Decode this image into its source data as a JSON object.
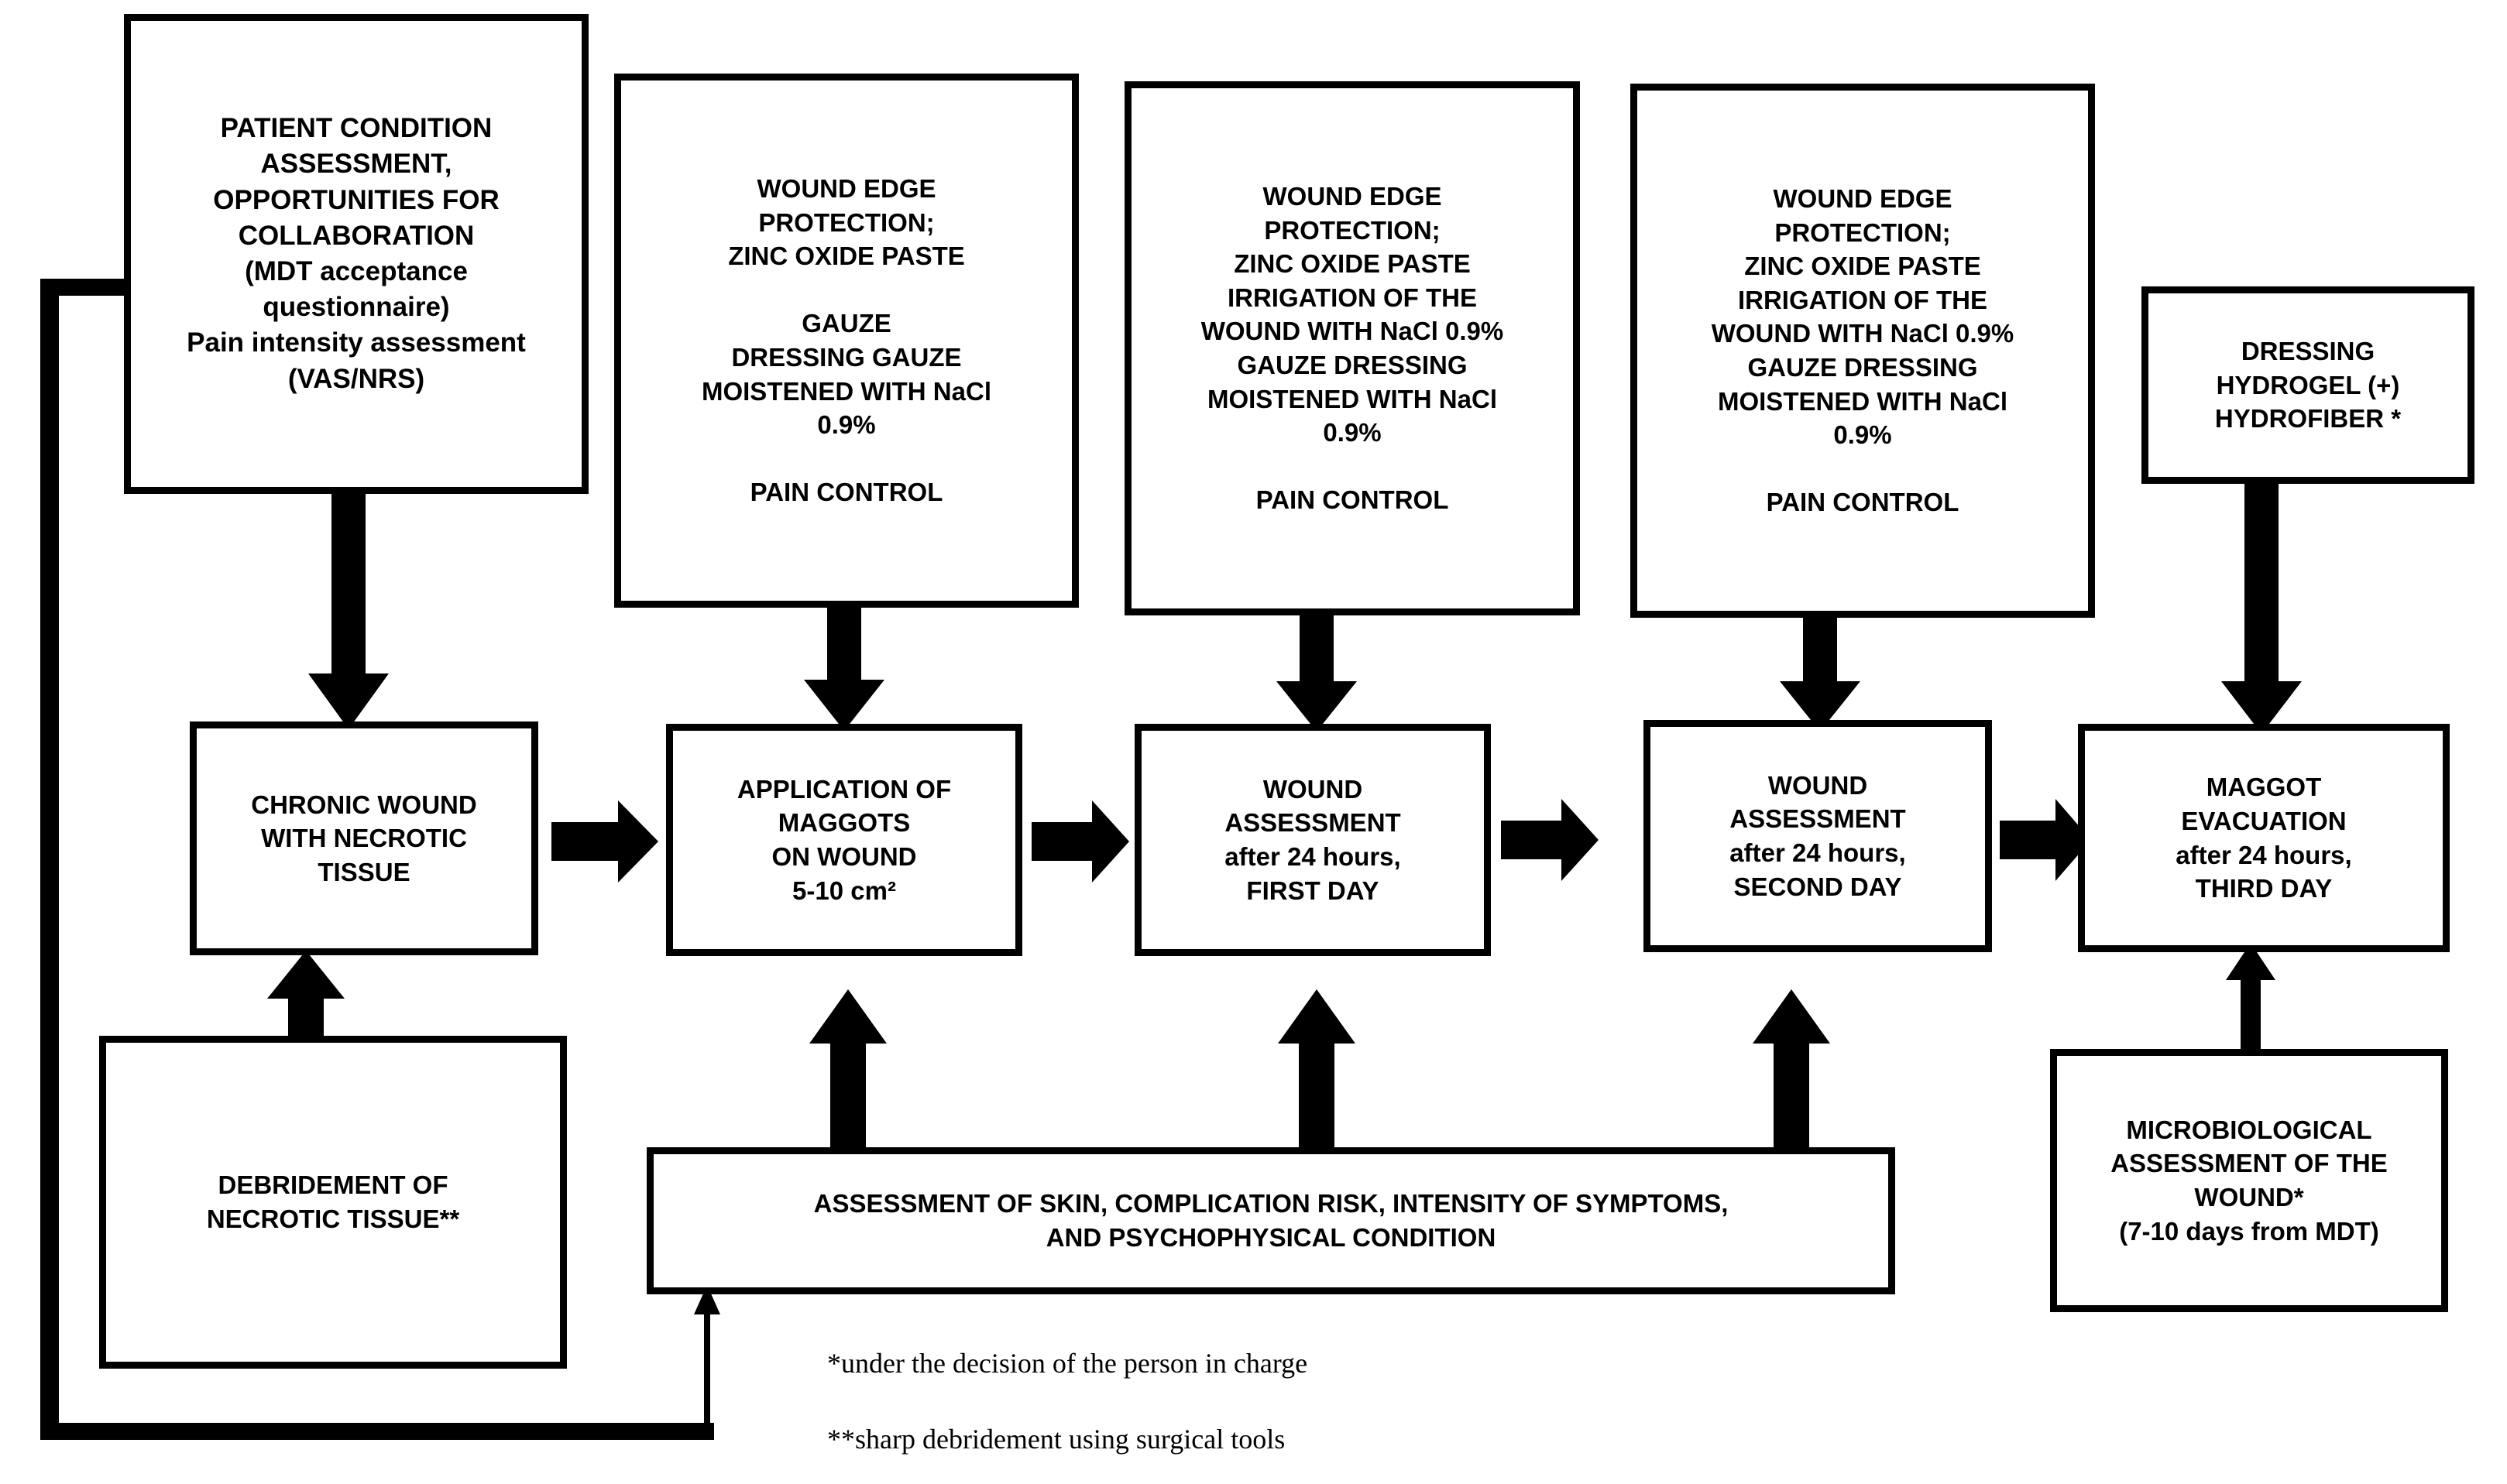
{
  "diagram": {
    "title": "Maggot Debridement Therapy (MDT) wound-care protocol flowchart",
    "boxes": {
      "patient_condition": "PATIENT CONDITION\nASSESSMENT,\nOPPORTUNITIES FOR\nCOLLABORATION\n(MDT acceptance\nquestionnaire)\nPain intensity assessment\n(VAS/NRS)",
      "wound_edge_1": "WOUND EDGE\nPROTECTION;\nZINC OXIDE PASTE\n\nGAUZE\nDRESSING GAUZE\nMOISTENED WITH NaCl\n0.9%\n\nPAIN CONTROL",
      "wound_edge_2": "WOUND EDGE\nPROTECTION;\nZINC OXIDE PASTE\nIRRIGATION OF THE\nWOUND WITH NaCl 0.9%\nGAUZE DRESSING\nMOISTENED WITH NaCl\n0.9%\n\nPAIN CONTROL",
      "wound_edge_3": "WOUND EDGE\nPROTECTION;\nZINC OXIDE PASTE\nIRRIGATION OF THE\nWOUND WITH NaCl 0.9%\nGAUZE DRESSING\nMOISTENED WITH NaCl\n0.9%\n\nPAIN CONTROL",
      "dressing_hydrogel": "DRESSING\nHYDROGEL (+)\nHYDROFIBER *",
      "chronic_wound": "CHRONIC WOUND\nWITH NECROTIC\nTISSUE",
      "application_maggots": "APPLICATION OF\nMAGGOTS\nON WOUND\n5-10 cm²",
      "wound_assessment_day1": "WOUND\nASSESSMENT\nafter 24 hours,\nFIRST DAY",
      "wound_assessment_day2": "WOUND\nASSESSMENT\nafter 24 hours,\nSECOND DAY",
      "maggot_evacuation": "MAGGOT\nEVACUATION\nafter 24 hours,\nTHIRD DAY",
      "debridement": "DEBRIDEMENT OF\nNECROTIC TISSUE**",
      "assessment_skin": "ASSESSMENT OF SKIN, COMPLICATION RISK, INTENSITY OF SYMPTOMS,\nAND PSYCHOPHYSICAL CONDITION",
      "microbiological": "MICROBIOLOGICAL\nASSESSMENT OF THE\nWOUND*\n(7-10 days from MDT)"
    },
    "footnotes": [
      "*under the decision of the person in charge",
      "**sharp debridement using surgical tools"
    ],
    "colors": {
      "stroke": "#000000",
      "background": "#ffffff",
      "text": "#000000"
    }
  }
}
